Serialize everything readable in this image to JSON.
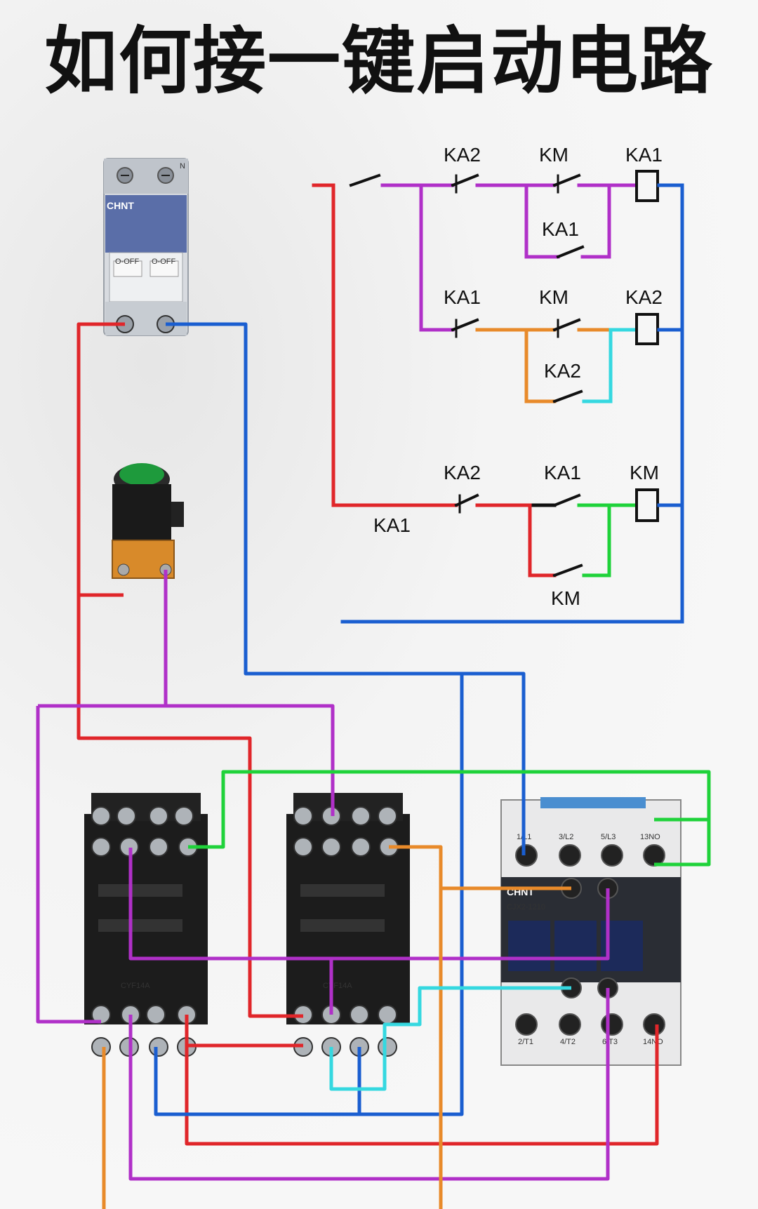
{
  "title": "如何接一键启动电路",
  "schematic": {
    "rung1": {
      "contact1": "KA2",
      "contact2": "KM",
      "coil": "KA1",
      "parallel": "KA1"
    },
    "rung2": {
      "contact1": "KA1",
      "contact2": "KM",
      "coil": "KA2",
      "parallel": "KA2"
    },
    "rung3": {
      "contact1": "KA2",
      "contact2": "KA1",
      "coil": "KM",
      "parallel": "KM",
      "bottom_label": "KA1"
    }
  },
  "breaker": {
    "brand": "CHNT",
    "left_terminal": "",
    "right_terminal": "N",
    "off_label": "O-OFF"
  },
  "contactor": {
    "brand": "CHNT",
    "model": "CJX2-1210",
    "top_terminals": [
      "1/L1",
      "3/L2",
      "5/L3",
      "13NO"
    ],
    "bottom_terminals": [
      "2/T1",
      "4/T2",
      "6/T3",
      "14NO"
    ]
  },
  "relay_bases": [
    {
      "label": "CYF14A"
    },
    {
      "label": "CYF14A"
    }
  ],
  "colors": {
    "red": "#e0262a",
    "blue": "#1a5ed0",
    "purple": "#b030c8",
    "green": "#1fd23a",
    "orange": "#e88a2a",
    "cyan": "#35d8e0"
  }
}
